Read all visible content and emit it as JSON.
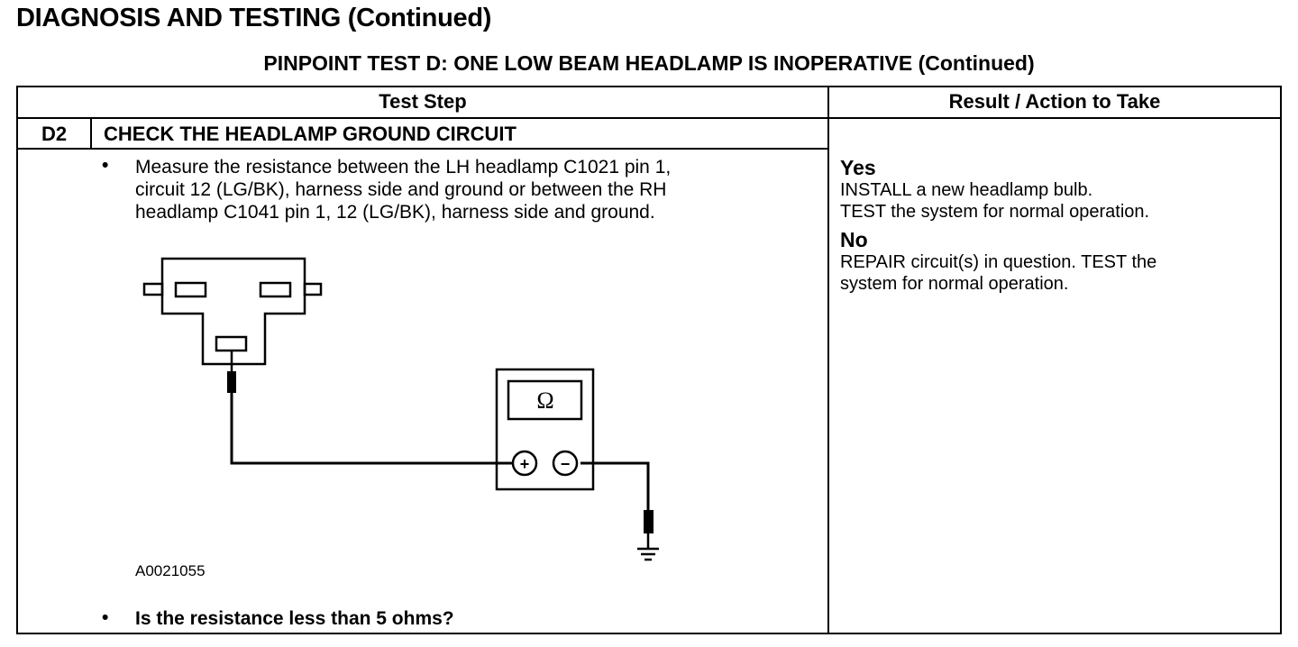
{
  "page": {
    "title": "DIAGNOSIS AND TESTING (Continued)",
    "subtitle": "PINPOINT TEST D: ONE LOW BEAM HEADLAMP IS INOPERATIVE (Continued)"
  },
  "table": {
    "headers": {
      "test_step": "Test Step",
      "result_action": "Result / Action to Take"
    },
    "step": {
      "id": "D2",
      "heading": "CHECK THE HEADLAMP GROUND CIRCUIT",
      "instruction_lines": [
        "Measure the resistance between the LH headlamp C1021 pin 1,",
        "circuit 12 (LG/BK), harness side and ground or between the RH",
        "headlamp C1041 pin 1, 12 (LG/BK), harness side and ground."
      ],
      "figure_id": "A0021055",
      "meter_symbol": "Ω",
      "plus_symbol": "+",
      "minus_symbol": "−",
      "question": "Is the resistance less than 5 ohms?"
    },
    "results": {
      "yes_label": "Yes",
      "yes_lines": [
        "INSTALL a new headlamp bulb.",
        "TEST the system for normal operation."
      ],
      "no_label": "No",
      "no_lines": [
        "REPAIR circuit(s) in question. TEST the",
        "system for normal operation."
      ]
    }
  }
}
